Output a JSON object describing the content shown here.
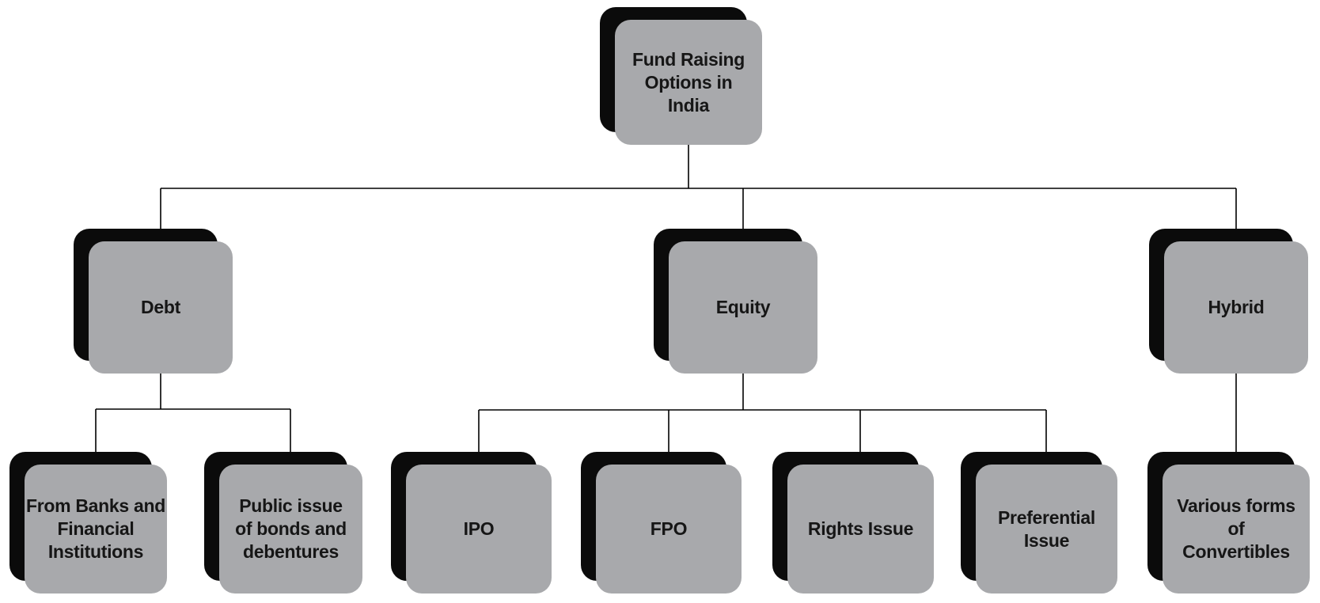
{
  "page": {
    "title": "Fund Raising Options in India",
    "background": "#ffffff"
  },
  "colors": {
    "node_fill": "#a8a9ac",
    "node_shadow": "#0b0b0b",
    "connector": "#000000",
    "text": "#161616",
    "background": "#ffffff"
  },
  "nodes": {
    "fund": {
      "label": "Fund Raising\nOptions in\nIndia"
    },
    "debt": {
      "label": "Debt"
    },
    "equity": {
      "label": "Equity"
    },
    "hybrid": {
      "label": "Hybrid"
    },
    "banks": {
      "label": "From Banks and\nFinancial\nInstitutions"
    },
    "bonds": {
      "label": "Public issue\nof bonds and\ndebentures"
    },
    "ipo": {
      "label": "IPO"
    },
    "fpo": {
      "label": "FPO"
    },
    "rights": {
      "label": "Rights Issue"
    },
    "pref": {
      "label": "Preferential\nIssue"
    },
    "various": {
      "label": "Various forms\nof\nConvertibles"
    }
  },
  "hierarchy": {
    "root": "fund",
    "edges": [
      {
        "from": "fund",
        "to": "debt"
      },
      {
        "from": "fund",
        "to": "equity"
      },
      {
        "from": "fund",
        "to": "hybrid"
      },
      {
        "from": "debt",
        "to": "banks"
      },
      {
        "from": "debt",
        "to": "bonds"
      },
      {
        "from": "equity",
        "to": "ipo"
      },
      {
        "from": "equity",
        "to": "fpo"
      },
      {
        "from": "equity",
        "to": "rights"
      },
      {
        "from": "equity",
        "to": "pref"
      },
      {
        "from": "hybrid",
        "to": "various"
      }
    ]
  }
}
